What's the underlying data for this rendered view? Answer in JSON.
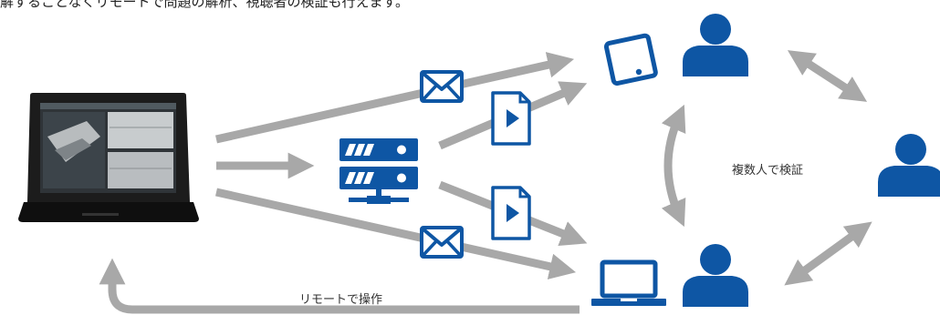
{
  "header": {
    "partial_text": "解することなくリモートで問題の解析、視聴者の検証も行えます。"
  },
  "labels": {
    "group_verify": "複数人で検証",
    "remote_control": "リモートで操作"
  },
  "colors": {
    "arrow": "#a8a8a8",
    "icon_blue": "#0e56a4",
    "text": "#333333"
  },
  "icons": [
    "laptop-photo",
    "mail-icon",
    "server-icon",
    "video-file-icon",
    "smartphone-icon",
    "laptop-icon",
    "person-icon"
  ]
}
